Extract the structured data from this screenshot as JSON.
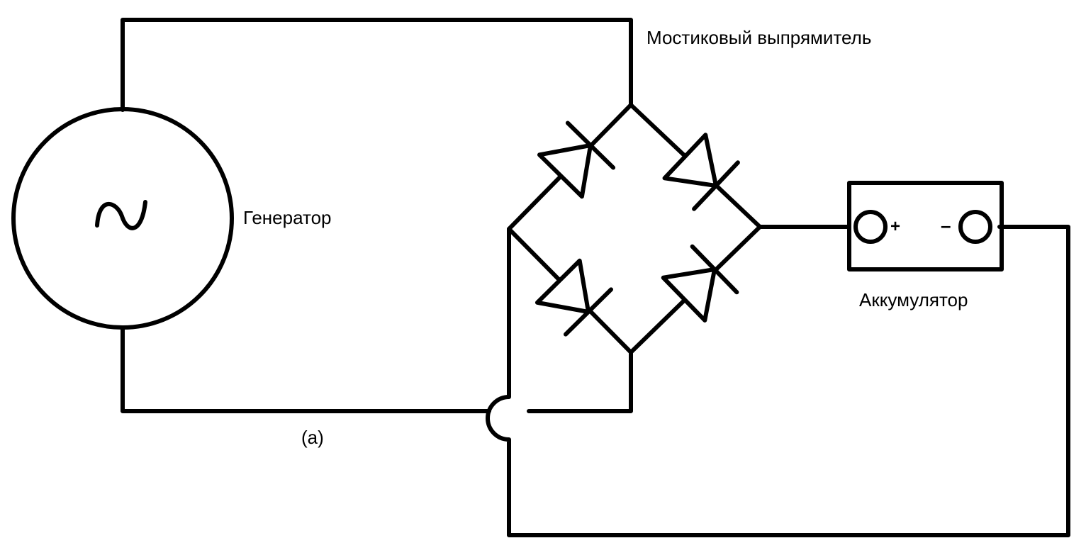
{
  "labels": {
    "rectifier": "Мостиковый выпрямитель",
    "generator": "Генератор",
    "battery": "Аккумулятор",
    "plus": "+",
    "minus": "–",
    "caption": "(a)"
  },
  "colors": {
    "line": "#000000",
    "background": "#ffffff"
  }
}
